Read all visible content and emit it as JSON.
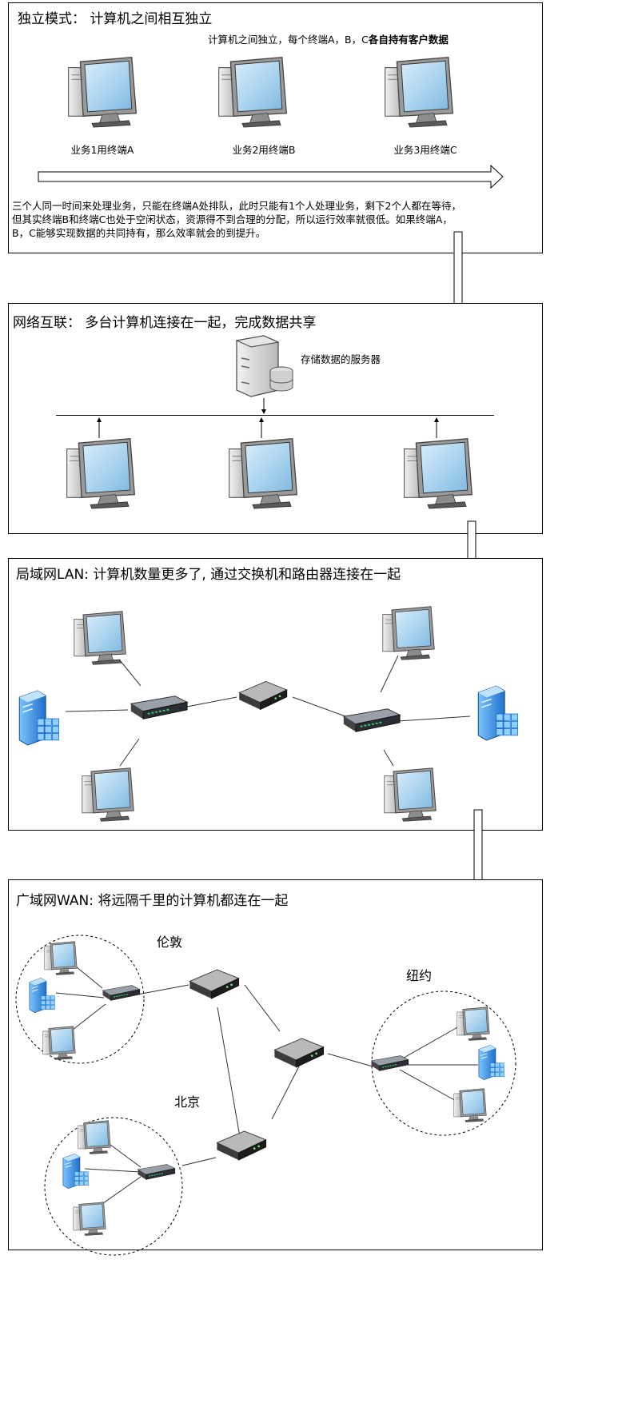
{
  "panels": {
    "standalone": {
      "title": "独立模式： 计算机之间相互独立",
      "note_prefix": "计算机之间独立，每个终端A，B，C",
      "note_bold": "各自持有客户数据",
      "terminals": [
        "业务1用终端A",
        "业务2用终端B",
        "业务3用终端C"
      ],
      "paragraph": [
        "三个人同一时间来处理业务，只能在终端A处排队，此时只能有1个人处理业务，剩下2个人都在等待，",
        "但其实终端B和终端C也处于空闲状态，资源得不到合理的分配，所以运行效率就很低。如果终端A，",
        "B，C能够实现数据的共同持有，那么效率就会的到提升。"
      ]
    },
    "network": {
      "title": "网络互联： 多台计算机连接在一起，完成数据共享",
      "server_label": "存储数据的服务器"
    },
    "lan": {
      "title": "局域网LAN: 计算机数量更多了, 通过交换机和路由器连接在一起"
    },
    "wan": {
      "title": "广域网WAN: 将远隔千里的计算机都连在一起",
      "cities": [
        "伦敦",
        "纽约",
        "北京"
      ]
    }
  },
  "colors": {
    "screen": "#a9d3ef",
    "monitor_body": "#d9d9d9",
    "server_blue": "#2e7fd6",
    "device_dark": "#3a3a3a"
  }
}
